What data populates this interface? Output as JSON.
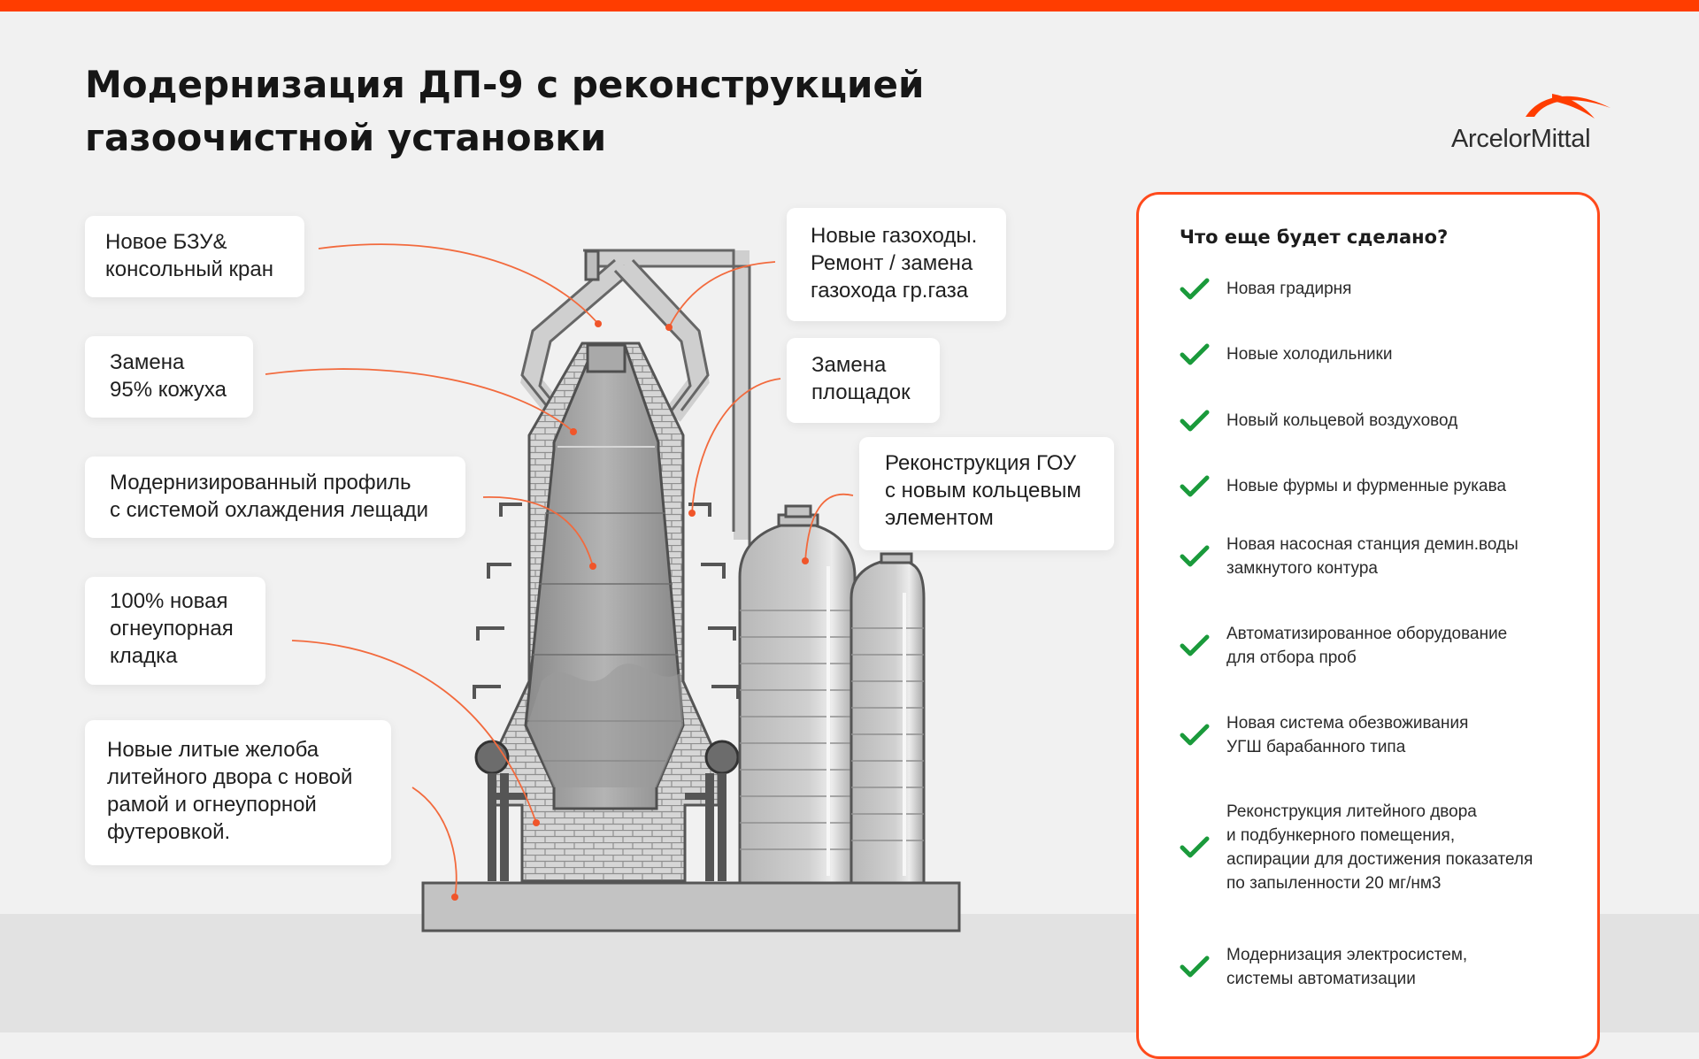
{
  "title_lines": [
    "Модернизация ДП-9 с реконструкцией",
    "газоочистной установки"
  ],
  "brand": {
    "name": "ArcelorMittal",
    "accent_color": "#ff3d00"
  },
  "callouts": [
    {
      "id": "bzu",
      "lines": [
        "Новое БЗУ&",
        "консольный кран"
      ]
    },
    {
      "id": "kozhuh",
      "lines": [
        "Замена",
        "95% кожуха"
      ]
    },
    {
      "id": "profile",
      "lines": [
        "Модернизированный профиль",
        "с системой охлаждения лещади"
      ]
    },
    {
      "id": "kladka",
      "lines": [
        "100% новая",
        "огнеупорная",
        "кладка"
      ]
    },
    {
      "id": "zheloba",
      "lines": [
        "Новые литые желоба",
        "литейного двора с новой",
        "рамой и огнеупорной",
        "футеровкой."
      ]
    },
    {
      "id": "gazohody",
      "lines": [
        "Новые газоходы.",
        "Ремонт / замена",
        "газохода гр.газа"
      ]
    },
    {
      "id": "ploshadki",
      "lines": [
        "Замена",
        "площадок"
      ]
    },
    {
      "id": "gou",
      "lines": [
        "Реконструкция ГОУ",
        "с новым кольцевым",
        "элементом"
      ]
    }
  ],
  "panel": {
    "title": "Что еще будет сделано?",
    "check_icon": "checkmark-icon",
    "check_color": "#1a9a3b",
    "items": [
      {
        "lines": [
          "Новая градирня"
        ]
      },
      {
        "lines": [
          "Новые холодильники"
        ]
      },
      {
        "lines": [
          "Новый кольцевой воздуховод"
        ]
      },
      {
        "lines": [
          "Новые фурмы и фурменные рукава"
        ]
      },
      {
        "lines": [
          "Новая насосная станция демин.воды",
          "замкнутого контура"
        ]
      },
      {
        "lines": [
          "Автоматизированное оборудование",
          "для отбора проб"
        ]
      },
      {
        "lines": [
          "Новая система обезвоживания",
          "УГШ барабанного типа"
        ]
      },
      {
        "lines": [
          "Реконструкция литейного двора",
          "и подбункерного помещения,",
          "аспирации для достижения показателя",
          "по запыленности 20 мг/нм3"
        ]
      },
      {
        "lines": [
          "Модернизация электросистем,",
          "системы автоматизации"
        ]
      }
    ]
  }
}
